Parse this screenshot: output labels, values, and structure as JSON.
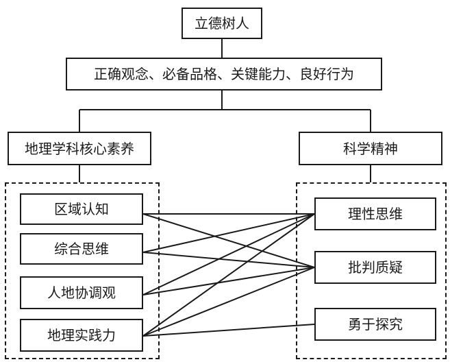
{
  "diagram": {
    "top": "立德树人",
    "second": "正确观念、必备品格、关键能力、良好行为",
    "left_header": "地理学科核心素养",
    "right_header": "科学精神",
    "left_items": [
      "区域认知",
      "综合思维",
      "人地协调观",
      "地理实践力"
    ],
    "right_items": [
      "理性思维",
      "批判质疑",
      "勇于探究"
    ],
    "links": [
      [
        "区域认知",
        "理性思维"
      ],
      [
        "区域认知",
        "批判质疑"
      ],
      [
        "综合思维",
        "理性思维"
      ],
      [
        "综合思维",
        "批判质疑"
      ],
      [
        "人地协调观",
        "理性思维"
      ],
      [
        "人地协调观",
        "批判质疑"
      ],
      [
        "地理实践力",
        "理性思维"
      ],
      [
        "地理实践力",
        "批判质疑"
      ],
      [
        "地理实践力",
        "勇于探究"
      ]
    ]
  }
}
